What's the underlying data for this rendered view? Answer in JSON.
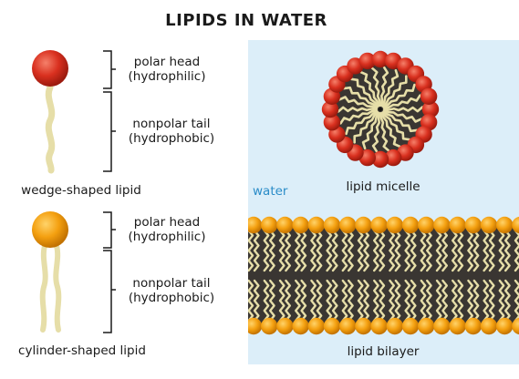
{
  "title": "LIPIDS IN WATER",
  "wedge": {
    "caption": "wedge-shaped lipid",
    "head_line1": "polar head",
    "head_line2": "(hydrophilic)",
    "tail_line1": "nonpolar tail",
    "tail_line2": "(hydrophobic)"
  },
  "cylinder": {
    "caption": "cylinder-shaped lipid",
    "head_line1": "polar head",
    "head_line2": "(hydrophilic)",
    "tail_line1": "nonpolar tail",
    "tail_line2": "(hydrophobic)"
  },
  "panel": {
    "water_label": "water",
    "micelle_label": "lipid micelle",
    "bilayer_label": "lipid bilayer"
  },
  "colors": {
    "wedge_head": "#d9301f",
    "cylinder_head": "#f4a010",
    "tail": "#e6dea8",
    "water_bg": "#dceef9",
    "water_text": "#2a8cc8",
    "core": "#3a3632"
  }
}
